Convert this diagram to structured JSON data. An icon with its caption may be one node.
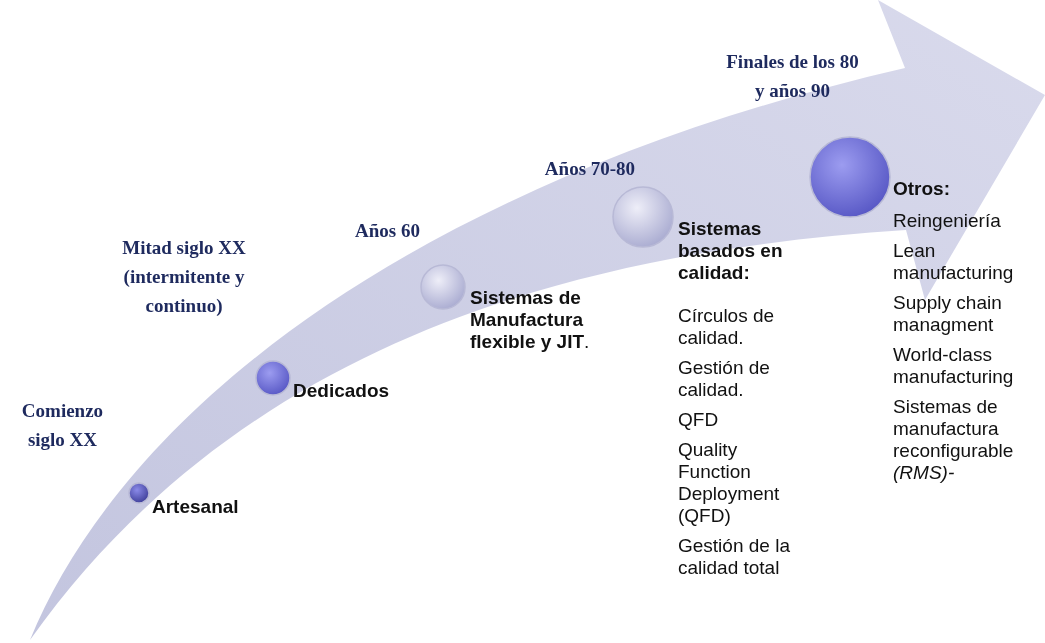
{
  "diagram": {
    "nodes": [
      {
        "text": [
          "Artesanal"
        ],
        "beside": [
          "Comienzo siglo XX"
        ]
      },
      {
        "text": [
          "Dedicados"
        ],
        "beside": [
          "Mitad siglo XX (intermitente y continuo)"
        ]
      },
      {
        "text": [
          "**Sistemas de Manufactura flexible y JIT**."
        ],
        "beside": [
          "Años 60"
        ]
      },
      {
        "text": [
          "Sistemas basados en calidad:"
        ],
        "beside": [
          "Años 70-80"
        ]
      },
      {
        "text": [
          "Otros:"
        ],
        "beside": [
          "Finales de los 80 y años 90"
        ]
      }
    ],
    "labels": [
      "Círculos de calidad.",
      "Gestión de calidad.",
      "QFD",
      "Quality Function Deployment (QFD)",
      "Gestión de la calidad total",
      "Reingeniería",
      "Lean manufacturing",
      "Supply chain managment",
      "World-class manufacturing",
      "Sistemas de manufactura reconfigurable *(RMS)-*"
    ]
  }
}
